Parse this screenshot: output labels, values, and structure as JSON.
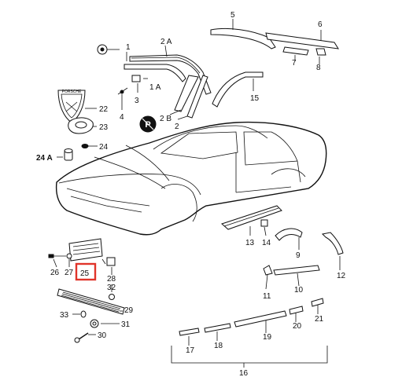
{
  "diagram": {
    "highlight_color": "#e0342a",
    "highlighted_part": "25",
    "labels": [
      "1",
      "2 A",
      "1 A",
      "3",
      "4",
      "2 B",
      "2",
      "5",
      "6",
      "7",
      "8",
      "15",
      "22",
      "23",
      "24",
      "24 A",
      "13",
      "14",
      "9",
      "12",
      "11",
      "10",
      "26",
      "27",
      "25",
      "28",
      "32",
      "29",
      "30",
      "31",
      "33",
      "17",
      "18",
      "19",
      "20",
      "21",
      "16"
    ],
    "logo_text": "PORSCHE"
  }
}
